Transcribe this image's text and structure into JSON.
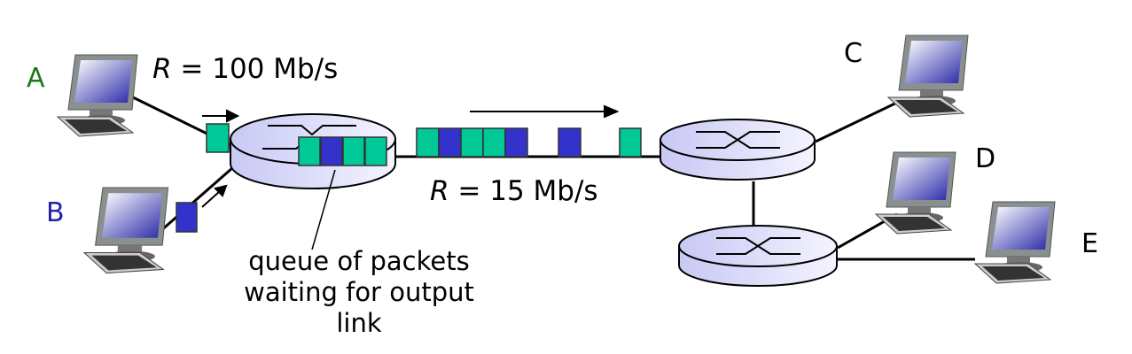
{
  "hosts": {
    "A": "A",
    "B": "B",
    "C": "C",
    "D": "D",
    "E": "E"
  },
  "links": {
    "access_rate_var": "R",
    "access_rate_value": " = 100 Mb/s",
    "trunk_rate_var": "R",
    "trunk_rate_value": " = 15 Mb/s"
  },
  "queue_label": [
    "queue of packets",
    "waiting for output",
    "link"
  ],
  "colors": {
    "packet_a": "#00c896",
    "packet_b": "#3333cc",
    "label_a": "#1a7a1a",
    "label_b": "#2222aa"
  }
}
